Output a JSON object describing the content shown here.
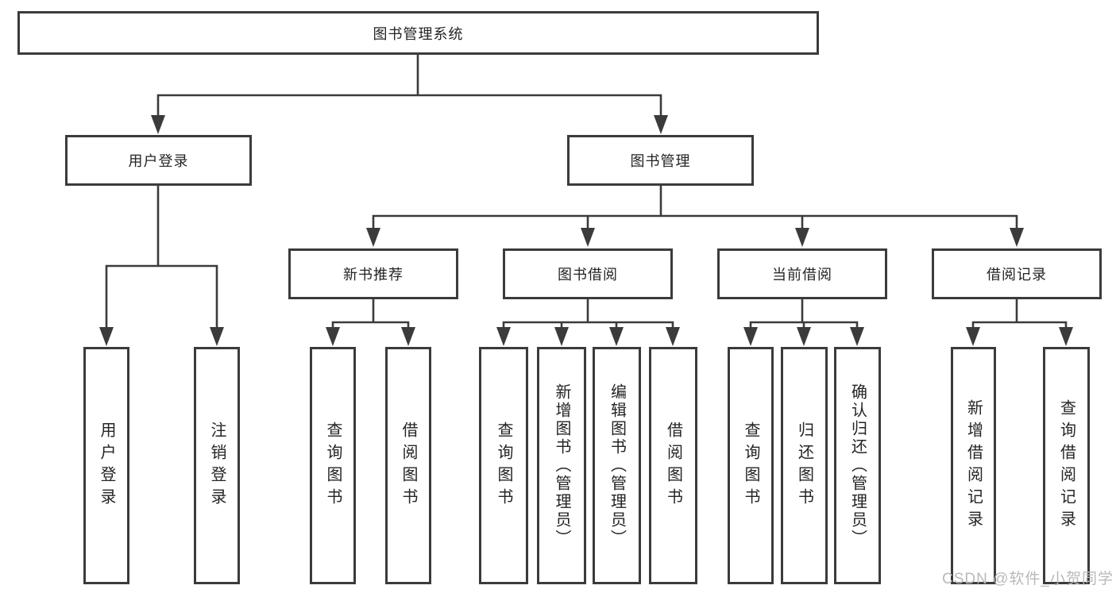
{
  "colors": {
    "background": "#ffffff",
    "line": "#3b3b3b",
    "box_border": "#3b3b3b",
    "text": "#242424",
    "watermark": "#b9b9b9"
  },
  "tree": {
    "label": "图书管理系统",
    "children": [
      {
        "label": "用户登录",
        "children": [
          {
            "label": "用户登录"
          },
          {
            "label": "注销登录"
          }
        ]
      },
      {
        "label": "图书管理",
        "children": [
          {
            "label": "新书推荐",
            "children": [
              {
                "label": "查询图书"
              },
              {
                "label": "借阅图书"
              }
            ]
          },
          {
            "label": "图书借阅",
            "children": [
              {
                "label": "查询图书"
              },
              {
                "label": "新增图书（管理员）"
              },
              {
                "label": "编辑图书（管理员）"
              },
              {
                "label": "借阅图书"
              }
            ]
          },
          {
            "label": "当前借阅",
            "children": [
              {
                "label": "查询图书"
              },
              {
                "label": "归还图书"
              },
              {
                "label": "确认归还（管理员）"
              }
            ]
          },
          {
            "label": "借阅记录",
            "children": [
              {
                "label": "新增借阅记录"
              },
              {
                "label": "查询借阅记录"
              }
            ]
          }
        ]
      }
    ]
  },
  "watermark": {
    "text": "CSDN @软件_小贺同学"
  }
}
